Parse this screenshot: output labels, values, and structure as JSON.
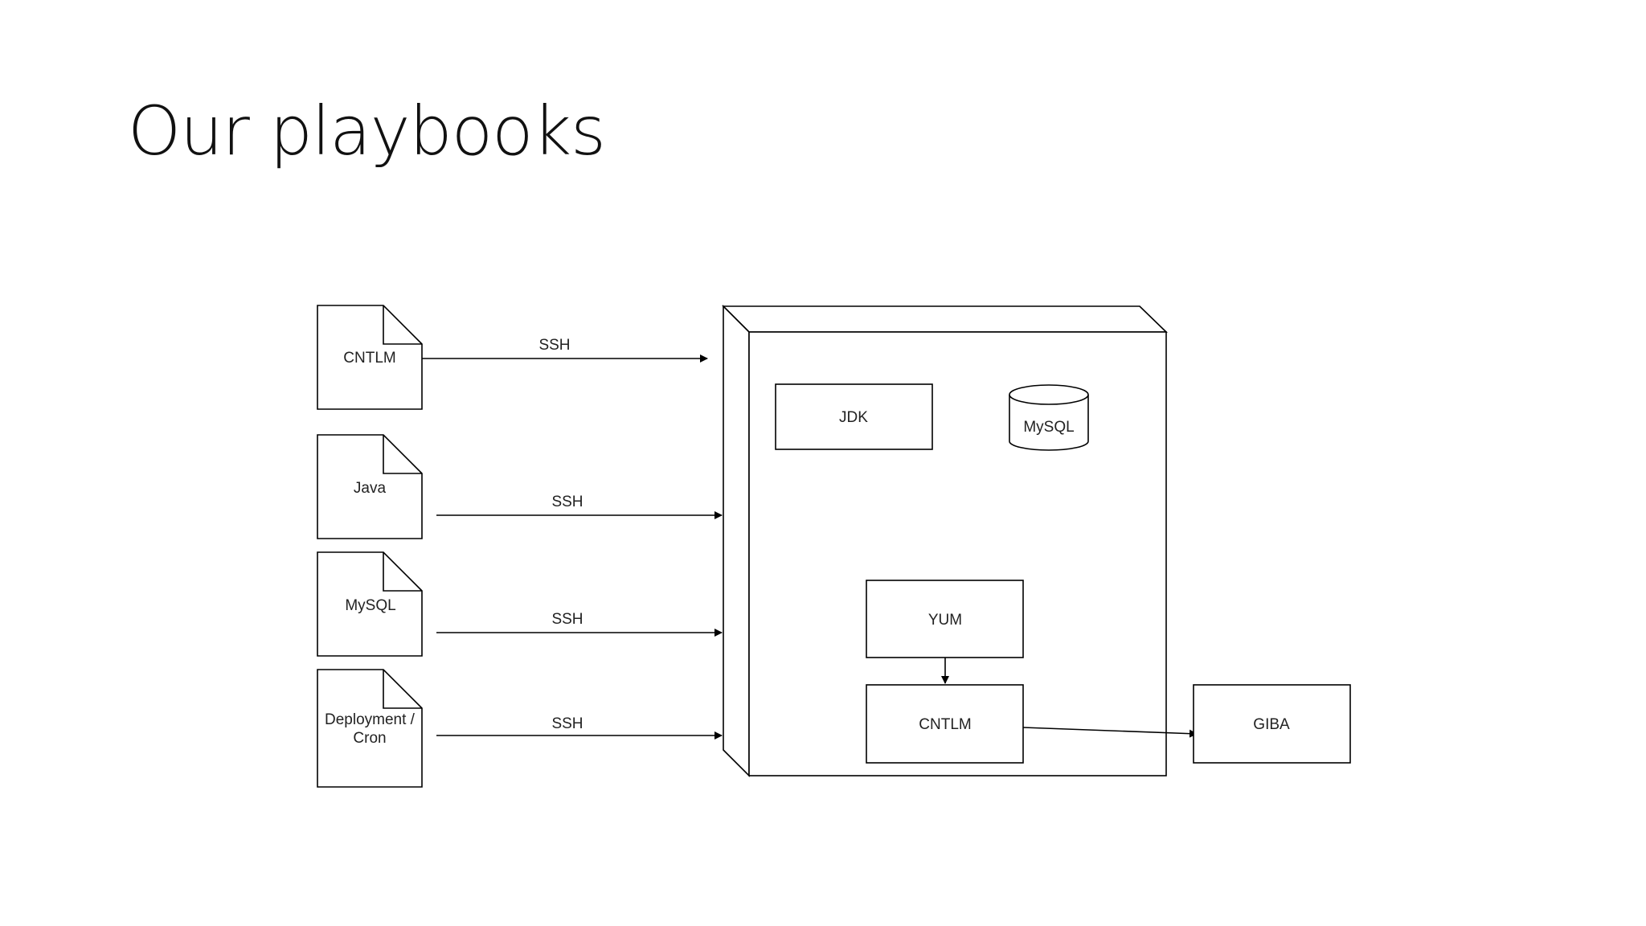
{
  "slide": {
    "title": "Our playbooks"
  },
  "diagram": {
    "playbooks": [
      {
        "label_lines": [
          "CNTLM"
        ],
        "connector": "SSH"
      },
      {
        "label_lines": [
          "Java"
        ],
        "connector": "SSH"
      },
      {
        "label_lines": [
          "MySQL"
        ],
        "connector": "SSH"
      },
      {
        "label_lines": [
          "Deployment /",
          "Cron"
        ],
        "connector": "SSH"
      }
    ],
    "server": {
      "components": {
        "jdk": "JDK",
        "mysql_db": "MySQL",
        "yum": "YUM",
        "cntlm": "CNTLM"
      }
    },
    "external": {
      "giba": "GIBA"
    }
  }
}
